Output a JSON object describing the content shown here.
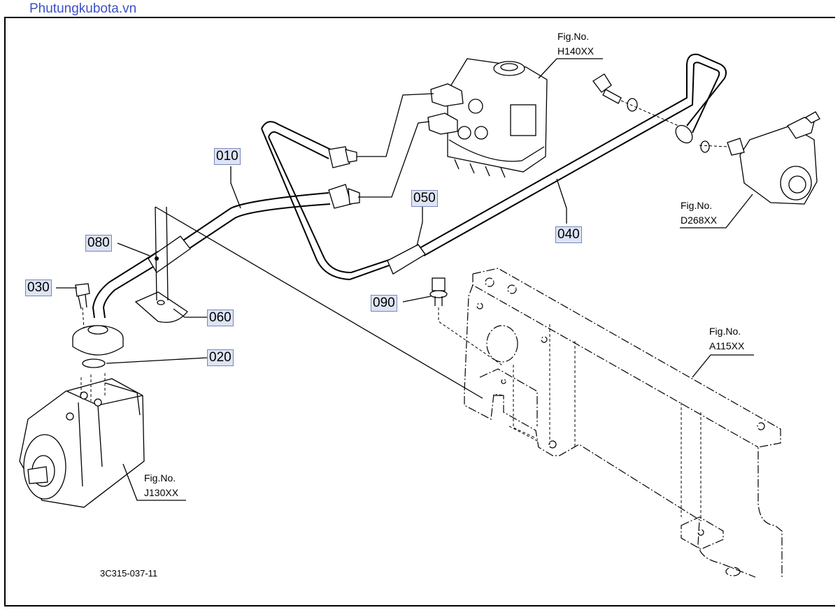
{
  "watermark": "Phutungkubota.vn",
  "drawing_code": "3C315-037-11",
  "parts": [
    {
      "id": "010",
      "label": "010"
    },
    {
      "id": "020",
      "label": "020"
    },
    {
      "id": "030",
      "label": "030"
    },
    {
      "id": "040",
      "label": "040"
    },
    {
      "id": "050",
      "label": "050"
    },
    {
      "id": "060",
      "label": "060"
    },
    {
      "id": "080",
      "label": "080"
    },
    {
      "id": "090",
      "label": "090"
    }
  ],
  "figure_refs": [
    {
      "prefix": "Fig.No.",
      "code": "H140XX"
    },
    {
      "prefix": "Fig.No.",
      "code": "D268XX"
    },
    {
      "prefix": "Fig.No.",
      "code": "A115XX"
    },
    {
      "prefix": "Fig.No.",
      "code": "J130XX"
    }
  ]
}
